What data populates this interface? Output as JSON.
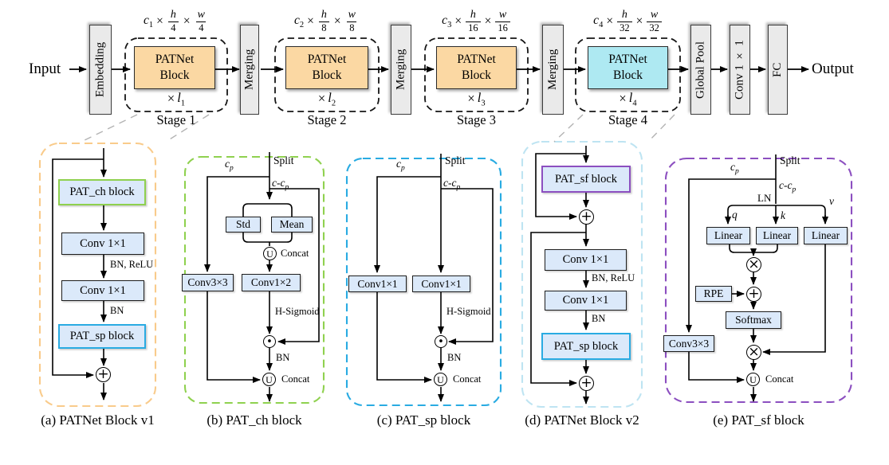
{
  "colors": {
    "orange-fill": "#FBD8A3",
    "cyan-fill": "#AEE9F2",
    "gray-fill": "#EAEAEA",
    "blue-fill": "#DBE9FA",
    "green": "#8FD14F",
    "cyan": "#29ABE2",
    "purple": "#8C4FC0",
    "orange-dash": "#F9CB8B",
    "pale-blue-dash": "#BEE4F2",
    "gray-dash": "#B3B3B3"
  },
  "pipeline": {
    "input_label": "Input",
    "output_label": "Output",
    "embedding_label": "Embedding",
    "merging_label": "Merging",
    "global_pool_label": "Global Pool",
    "conv_label": "Conv 1 × 1",
    "fc_label": "FC",
    "times": "×",
    "stages": [
      {
        "c": "c",
        "c_sub": "1",
        "h": "h",
        "h_den": "4",
        "w": "w",
        "w_den": "4",
        "block_line1": "PATNet",
        "block_line2": "Block",
        "l": "l",
        "l_sub": "1",
        "caption": "Stage 1"
      },
      {
        "c": "c",
        "c_sub": "2",
        "h": "h",
        "h_den": "8",
        "w": "w",
        "w_den": "8",
        "block_line1": "PATNet",
        "block_line2": "Block",
        "l": "l",
        "l_sub": "2",
        "caption": "Stage 2"
      },
      {
        "c": "c",
        "c_sub": "3",
        "h": "h",
        "h_den": "16",
        "w": "w",
        "w_den": "16",
        "block_line1": "PATNet",
        "block_line2": "Block",
        "l": "l",
        "l_sub": "3",
        "caption": "Stage 3"
      },
      {
        "c": "c",
        "c_sub": "4",
        "h": "h",
        "h_den": "32",
        "w": "w",
        "w_den": "32",
        "block_line1": "PATNet",
        "block_line2": "Block",
        "l": "l",
        "l_sub": "4",
        "caption": "Stage 4"
      }
    ]
  },
  "diagram_a": {
    "caption": "(a) PATNet Block v1",
    "pat_ch": "PAT_ch block",
    "conv1": "Conv 1×1",
    "bn_relu": "BN, ReLU",
    "conv2": "Conv 1×1",
    "bn": "BN",
    "pat_sp": "PAT_sp block"
  },
  "diagram_b": {
    "caption": "(b) PAT_ch block",
    "cp": "c",
    "cp_sub": "p",
    "split": "Split",
    "ccp": "c-c",
    "ccp_sub": "p",
    "std": "Std",
    "mean": "Mean",
    "concat_top": "Concat",
    "conv33": "Conv3×3",
    "conv12": "Conv1×2",
    "h_sigmoid": "H-Sigmoid",
    "bn": "BN",
    "concat_bottom": "Concat"
  },
  "diagram_c": {
    "caption": "(c) PAT_sp block",
    "cp": "c",
    "cp_sub": "p",
    "split": "Split",
    "ccp": "c-c",
    "ccp_sub": "p",
    "conv_left": "Conv1×1",
    "conv_mid": "Conv1×1",
    "h_sigmoid": "H-Sigmoid",
    "bn": "BN",
    "concat": "Concat"
  },
  "diagram_d": {
    "caption": "(d) PATNet Block v2",
    "pat_sf": "PAT_sf block",
    "conv1": "Conv 1×1",
    "bn_relu": "BN, ReLU",
    "conv2": "Conv 1×1",
    "bn": "BN",
    "pat_sp": "PAT_sp block"
  },
  "diagram_e": {
    "caption": "(e) PAT_sf block",
    "cp": "c",
    "cp_sub": "p",
    "split": "Split",
    "ccp": "c-c",
    "ccp_sub": "p",
    "ln": "LN",
    "q": "q",
    "k": "k",
    "v": "v",
    "linear_q": "Linear",
    "linear_k": "Linear",
    "linear_v": "Linear",
    "rpe": "RPE",
    "softmax": "Softmax",
    "conv33": "Conv3×3",
    "concat": "Concat"
  },
  "ops": {
    "add": "+",
    "multiply": "×",
    "dot": "•",
    "concat": "U"
  }
}
